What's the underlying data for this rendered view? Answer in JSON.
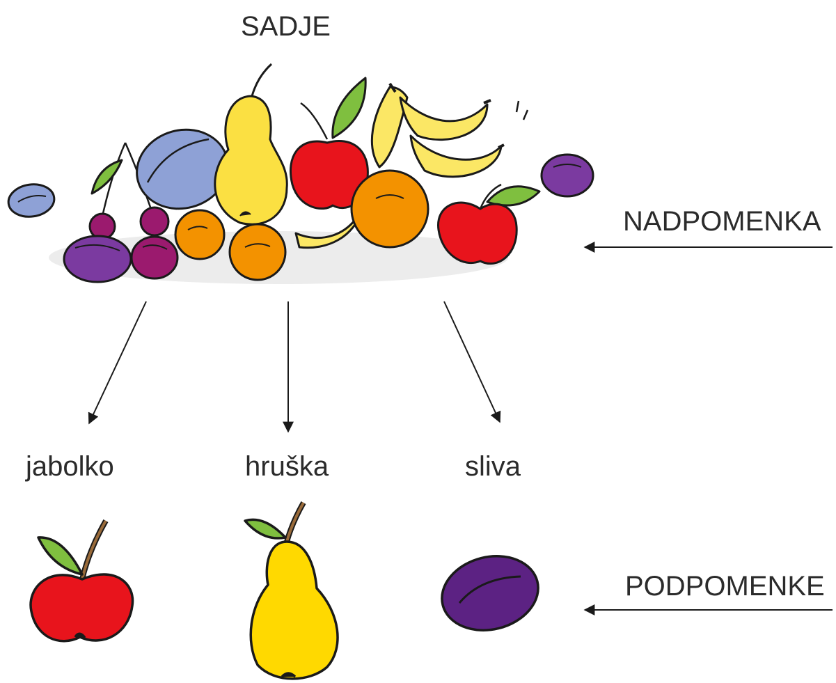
{
  "title": "SADJE",
  "subcategories": [
    {
      "label": "jabolko",
      "icon": "apple-icon",
      "color": "#e8141c"
    },
    {
      "label": "hruška",
      "icon": "pear-icon",
      "color": "#ffd900"
    },
    {
      "label": "sliva",
      "icon": "plum-icon",
      "color": "#5c2283"
    }
  ],
  "hypernym_label": "NADPOMENKA",
  "hyponym_label": "PODPOMENKE",
  "colors": {
    "text": "#2b2b2b",
    "apple_red": "#e8141c",
    "pear_yellow": "#ffd900",
    "plum_purple": "#5c2283",
    "plum_blue": "#8ea1d6",
    "orange": "#f39200",
    "banana": "#fbe765",
    "leaf_green": "#7fbf3f"
  }
}
